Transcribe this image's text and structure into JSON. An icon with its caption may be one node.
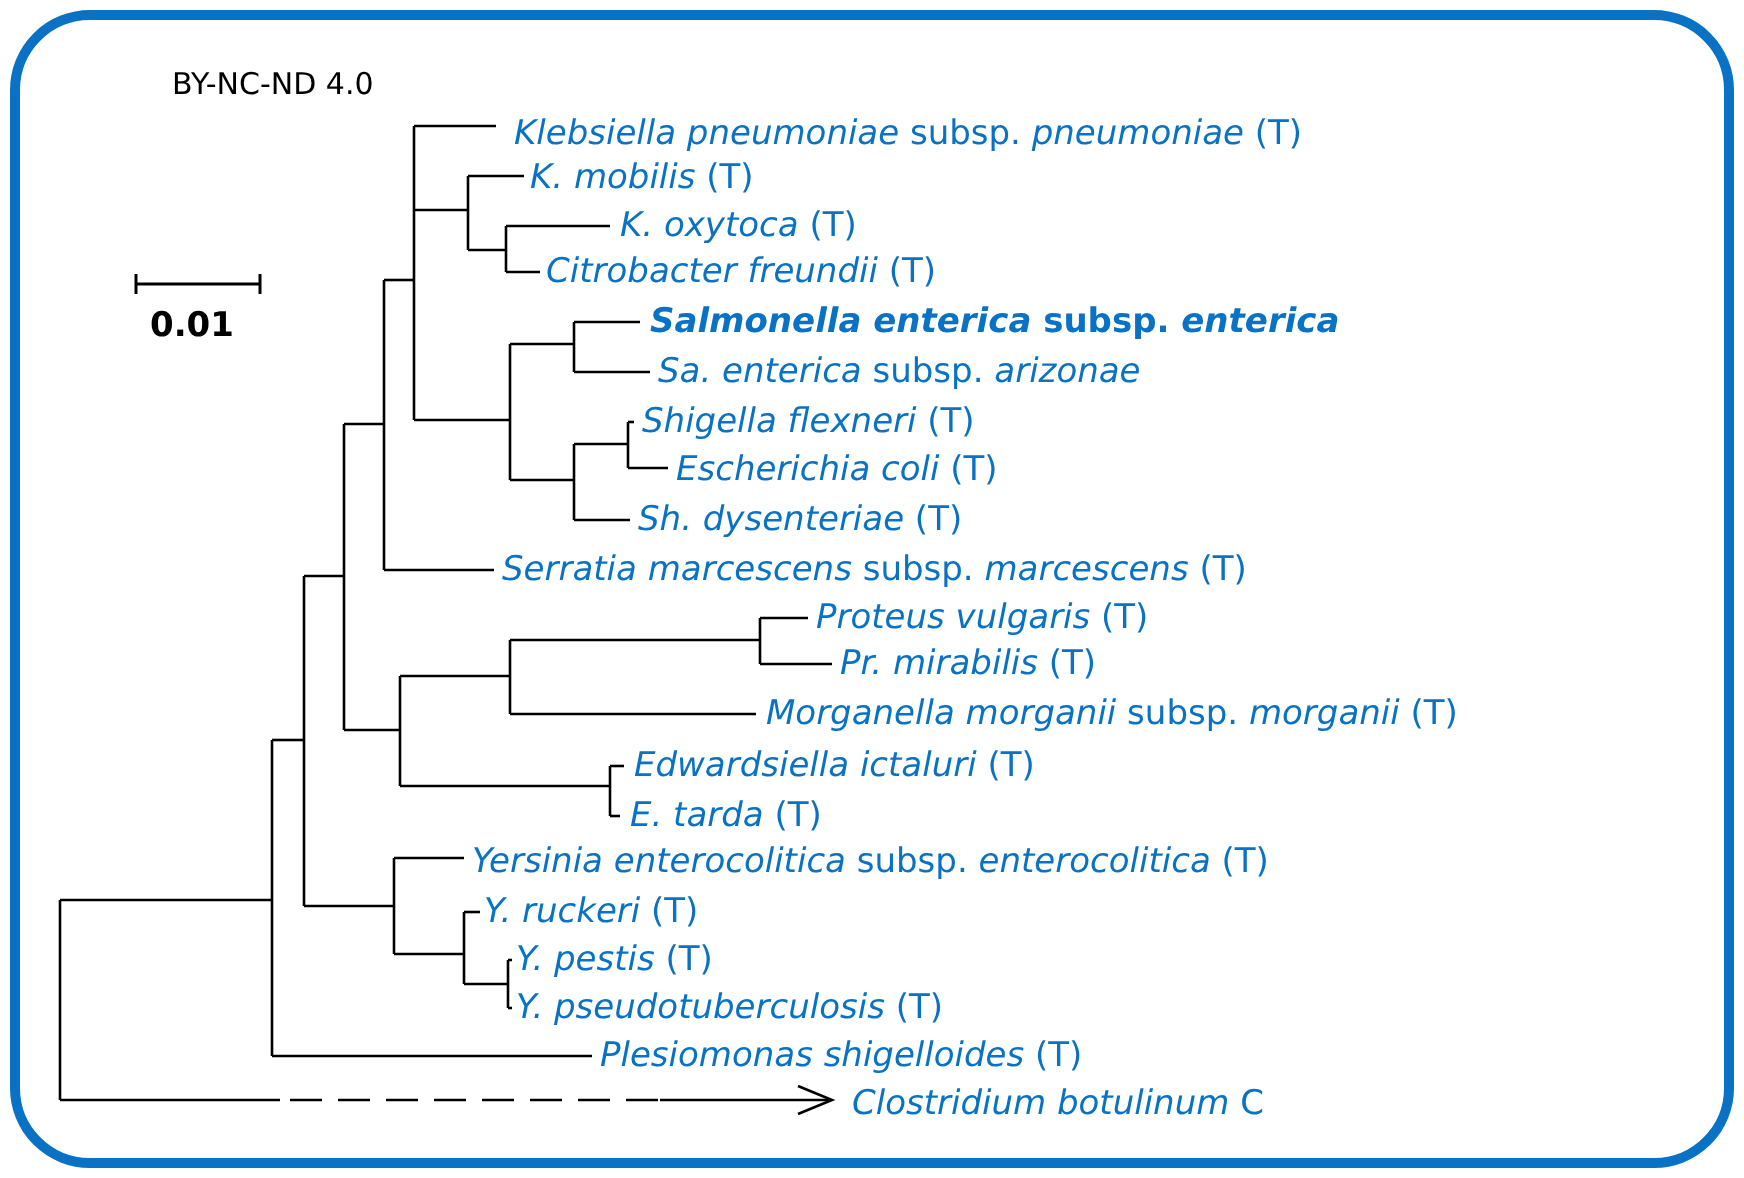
{
  "diagram": {
    "labels": [
      "BY-NC-ND 4.0",
      "0.01",
      "*Klebsiella pneumoniae* subsp. *pneumoniae* (T)",
      "*K. mobilis* (T)",
      "*K. oxytoca* (T)",
      "*Citrobacter freundii* (T)",
      "*Salmonella enterica* subsp. *enterica*",
      "*Sa. enterica* subsp. *arizonae*",
      "*Shigella flexneri* (T)",
      "*Escherichia coli* (T)",
      "*Sh. dysenteriae* (T)",
      "*Serratia marcescens* subsp. *marcescens* (T)",
      "*Proteus vulgaris* (T)",
      "*Pr. mirabilis* (T)",
      "*Morganella morganii* subsp. *morganii* (T)",
      "*Edwardsiella ictaluri* (T)",
      "*E. tarda* (T)",
      "*Yersinia enterocolitica* subsp. *enterocolitica* (T)",
      "*Y. ruckeri* (T)",
      "*Y. pestis* (T)",
      "*Y. pseudotuberculosis* (T)",
      "*Plesiomonas shigelloides* (T)",
      "*Clostridium botulinum* C"
    ]
  }
}
